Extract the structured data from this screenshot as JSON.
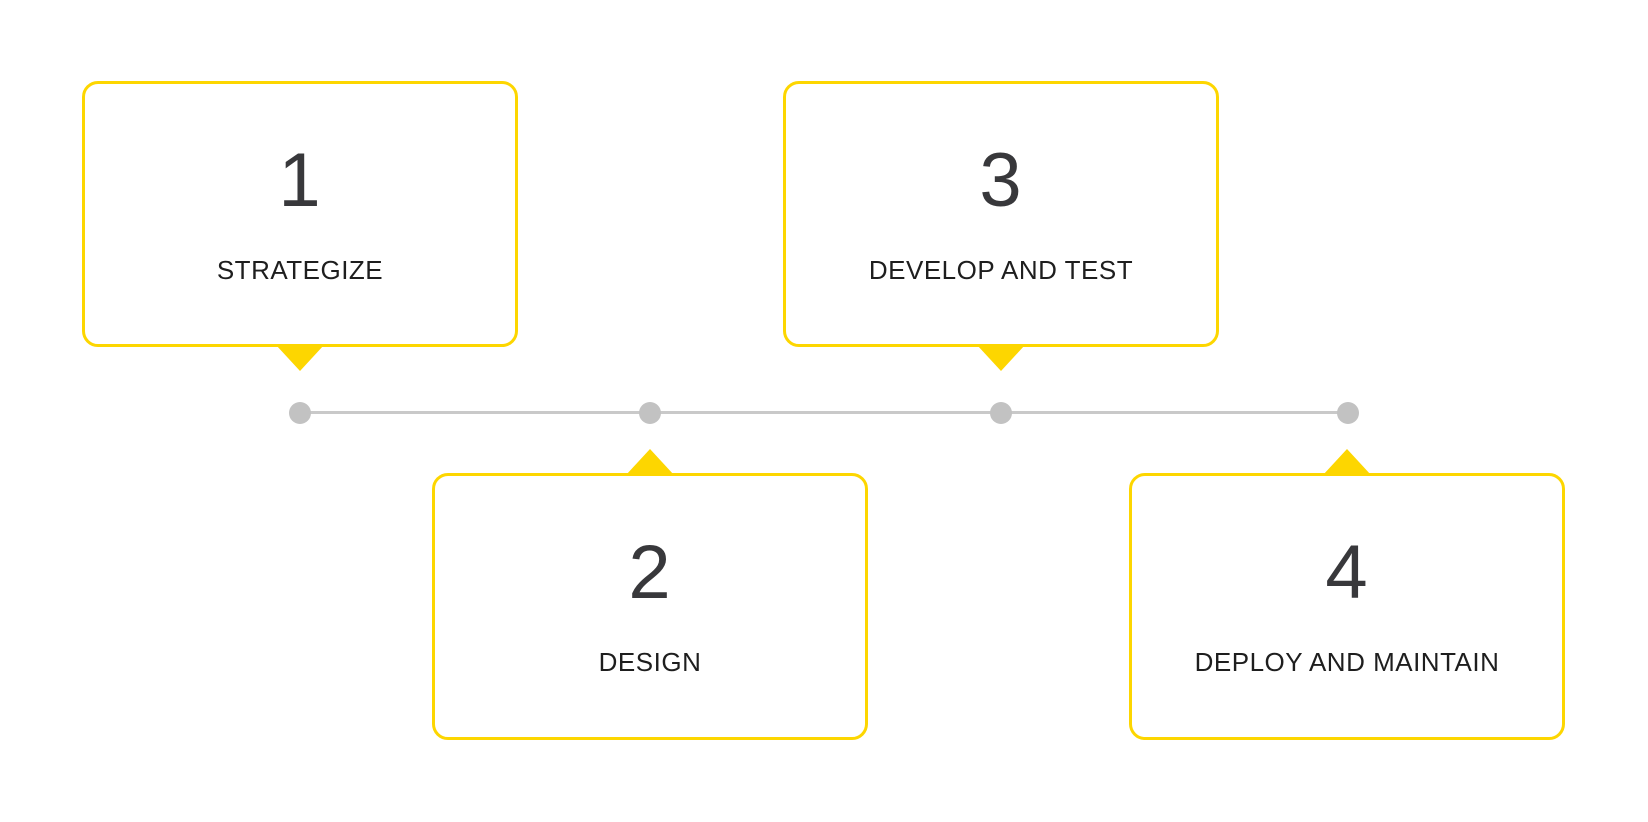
{
  "diagram": {
    "type": "process-timeline",
    "accent_color": "#FDD600",
    "line_color": "#C9C9C9",
    "dot_color": "#C2C2C2",
    "number_color": "#38383b",
    "label_color": "#1e1e1e",
    "dot_count": 4,
    "steps": [
      {
        "number": "1",
        "label": "STRATEGIZE",
        "placement": "above"
      },
      {
        "number": "2",
        "label": "DESIGN",
        "placement": "below"
      },
      {
        "number": "3",
        "label": "DEVELOP AND TEST",
        "placement": "above"
      },
      {
        "number": "4",
        "label": "DEPLOY AND MAINTAIN",
        "placement": "below"
      }
    ]
  }
}
